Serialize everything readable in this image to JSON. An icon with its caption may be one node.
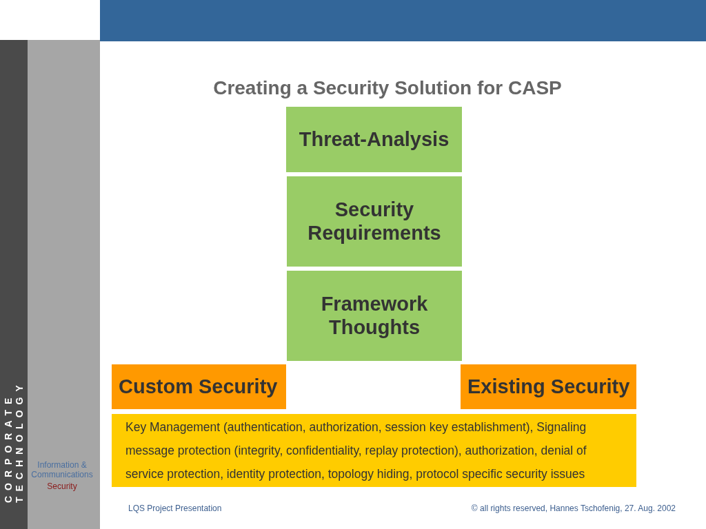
{
  "diagram": {
    "title": "Creating a Security Solution for CASP",
    "nodes": [
      {
        "text": [
          "Threat-Analysis"
        ]
      },
      {
        "text": [
          "Security Requirements"
        ]
      },
      {
        "text": [
          "Framework Thoughts"
        ]
      },
      {
        "text": [
          "Custom Security"
        ]
      },
      {
        "text": [
          "Existing Security"
        ]
      },
      {
        "text": [
          "Key Management (authentication, authorization, session key establishment), Signaling message protection (integrity, confidentiality, replay protection), authorization, denial of service protection, identity protection, topology hiding, protocol specific security issues"
        ]
      }
    ],
    "labels": [
      "CORPORATE TECHNOLOGY",
      "Information & Communications",
      "Security",
      "LQS Project Presentation",
      "© all rights reserved, Hannes Tschofenig, 27. Aug. 2002"
    ]
  }
}
